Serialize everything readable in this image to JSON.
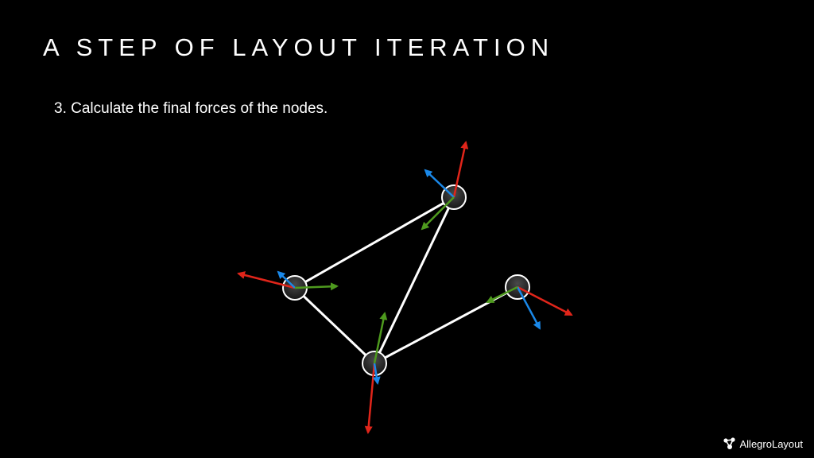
{
  "slide": {
    "title": "A STEP OF LAYOUT ITERATION",
    "text": "3. Calculate the final forces of the nodes."
  },
  "diagram": {
    "nodes": [
      "node-top",
      "node-left",
      "node-bottom",
      "node-right"
    ],
    "edges": [
      [
        "node-left",
        "node-top"
      ],
      [
        "node-left",
        "node-bottom"
      ],
      [
        "node-top",
        "node-bottom"
      ],
      [
        "node-bottom",
        "node-right"
      ]
    ],
    "force_colors": {
      "red": "#e0251a",
      "blue": "#1a88e8",
      "green": "#4e9a1e"
    },
    "node_fill": "#2a2a2a",
    "edge_color": "#ffffff"
  },
  "brand": {
    "name": "AllegroLayout",
    "logo_icon": "allegro-logo-icon"
  }
}
